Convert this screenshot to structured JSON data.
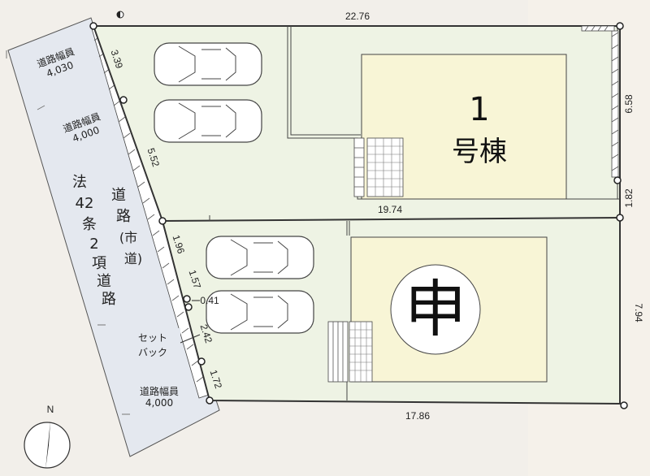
{
  "lot": {
    "unit1_number": "1",
    "unit1_label": "号棟",
    "unit2_label": "申"
  },
  "dimensions": {
    "top": "22.76",
    "right_upper": "6.58",
    "right_mid": "1.82",
    "right_lower": "7.94",
    "bottom": "17.86",
    "inner": "19.74",
    "left_1": "3.39",
    "left_2": "5.52",
    "left_3": "1.96",
    "left_4": "1.57",
    "left_5": "0.41",
    "left_6": "2.42",
    "left_7": "1.72"
  },
  "road": {
    "width_label_1": "道路幅員",
    "width_value_1": "4,030",
    "width_label_2": "道路幅員",
    "width_value_2": "4,000",
    "width_label_3": "道路幅員",
    "width_value_3": "4,000",
    "name_chars": [
      "法",
      "42",
      "条",
      "2",
      "項",
      "道",
      "路"
    ],
    "name_paren": [
      "道",
      "路",
      "(市",
      "道)"
    ],
    "setback_1": "セット",
    "setback_2": "バック"
  },
  "compass": {
    "north": "N"
  },
  "colors": {
    "lot_fill": "#eef3e4",
    "house_fill": "#f8f5d6",
    "boundary": "#333333",
    "road_fill": "#e4e8ef"
  }
}
